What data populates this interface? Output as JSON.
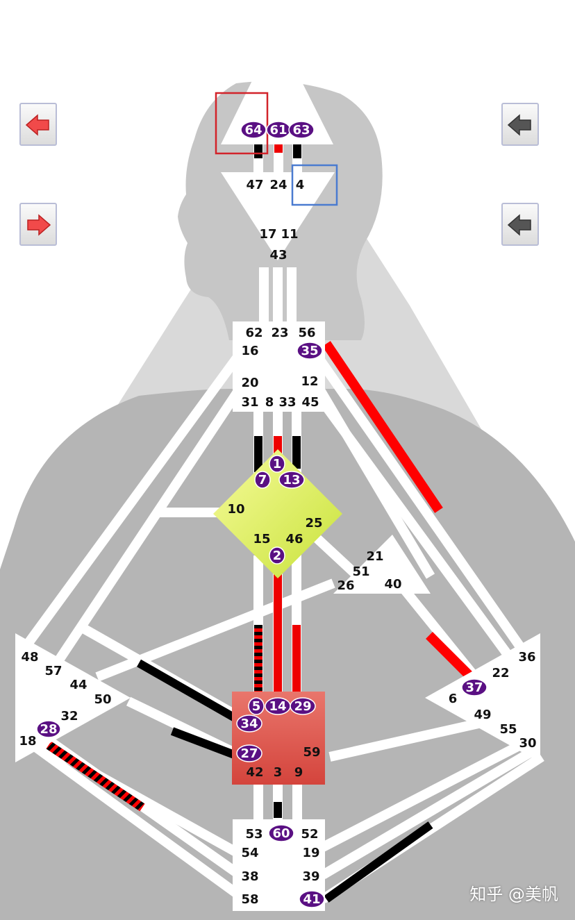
{
  "colors": {
    "channel": "#ffffff",
    "silhouette_dark": "#b3b3b3",
    "silhouette_light": "#d5d5d5",
    "head_shape": "#c4c4c4",
    "activation_red": "#ff0000",
    "activation_black": "#000000",
    "gate_circle": "#5a1083",
    "g_center_fill": "#e4f25a",
    "sacral_fill": "#e0554e",
    "highlight_red": "#d2232a",
    "highlight_blue": "#4a7bd0"
  },
  "nav": {
    "left_top": "left-arrow-red-icon",
    "left_bottom": "right-arrow-red-icon",
    "right_top": "left-arrow-gray-icon",
    "right_bottom": "left-arrow-gray-icon"
  },
  "gates": {
    "g64": "64",
    "g61": "61",
    "g63": "63",
    "g47": "47",
    "g24": "24",
    "g4": "4",
    "g17": "17",
    "g11": "11",
    "g43": "43",
    "g62": "62",
    "g23": "23",
    "g56": "56",
    "g16": "16",
    "g35": "35",
    "g20": "20",
    "g12": "12",
    "g31": "31",
    "g8": "8",
    "g33": "33",
    "g45": "45",
    "g1": "1",
    "g7": "7",
    "g13": "13",
    "g10": "10",
    "g25": "25",
    "g15": "15",
    "g46": "46",
    "g2": "2",
    "g21": "21",
    "g51": "51",
    "g26": "26",
    "g40": "40",
    "g48": "48",
    "g57": "57",
    "g44": "44",
    "g50": "50",
    "g32": "32",
    "g28": "28",
    "g18": "18",
    "g36": "36",
    "g22": "22",
    "g37": "37",
    "g6": "6",
    "g49": "49",
    "g55": "55",
    "g30": "30",
    "g5": "5",
    "g14": "14",
    "g29": "29",
    "g34": "34",
    "g27": "27",
    "g59": "59",
    "g42": "42",
    "g3": "3",
    "g9": "9",
    "g53": "53",
    "g60": "60",
    "g52": "52",
    "g54": "54",
    "g19": "19",
    "g38": "38",
    "g39": "39",
    "g58": "58",
    "g41": "41"
  },
  "watermark": "知乎 @美帆"
}
